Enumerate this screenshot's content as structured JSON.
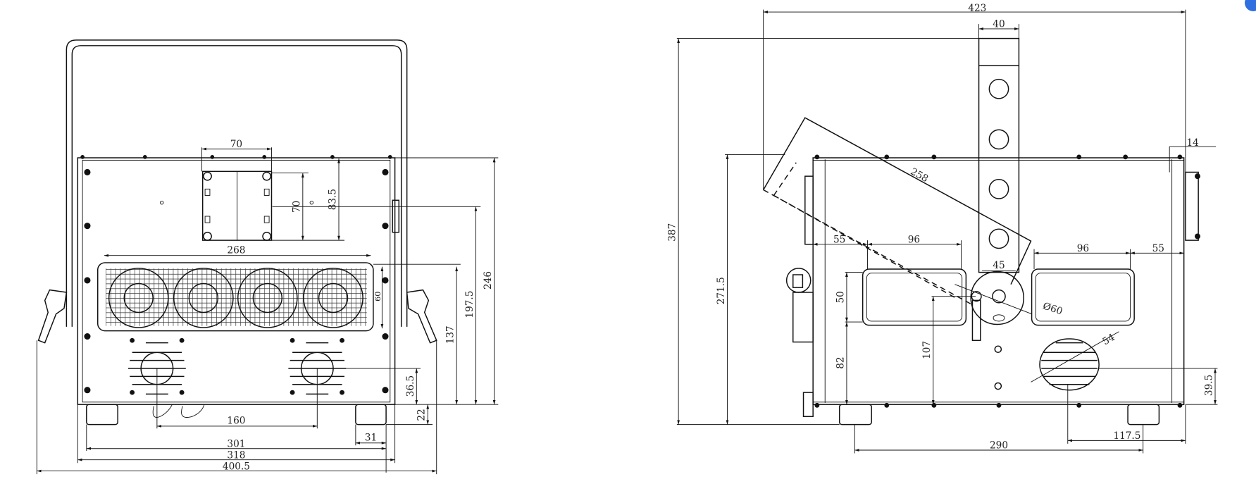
{
  "front_view": {
    "dimensions": {
      "plate_width": "70",
      "plate_height": "70",
      "plate_offset": "83.5",
      "fan_bank_width": "268",
      "fan_height": "60",
      "fan_bottom": "137",
      "center_height": "197.5",
      "body_height": "246",
      "speaker_height": "36.5",
      "foot_height": "22",
      "speaker_spacing": "160",
      "foot_width": "31",
      "feet_span": "301",
      "body_width": "318",
      "overall_width": "400.5"
    }
  },
  "side_view": {
    "dimensions": {
      "overall_length": "423",
      "bracket_width": "40",
      "rear_plate": "14",
      "overall_height": "387",
      "tilted_height": "271.5",
      "tilt_length": "258",
      "left_margin": "55",
      "left_window": "96",
      "right_window": "96",
      "right_margin": "55",
      "pivot_width": "45",
      "pivot_diameter": "Ø60",
      "window_height": "50",
      "window_bottom": "82",
      "pivot_height": "107",
      "speaker_diameter": "54",
      "speaker_height": "39.5",
      "feet_span": "290",
      "speaker_offset": "117.5"
    }
  }
}
